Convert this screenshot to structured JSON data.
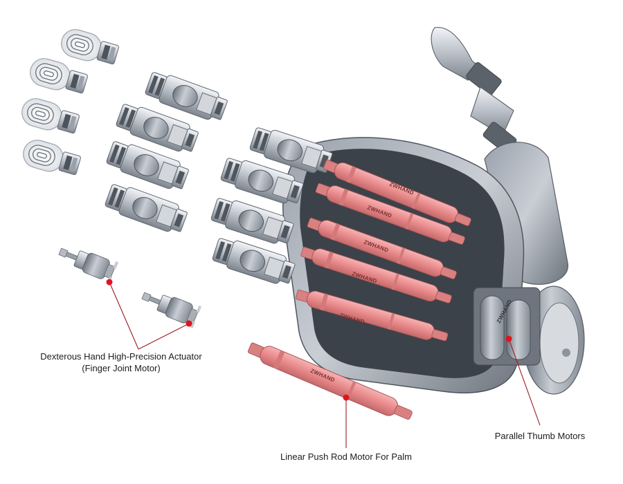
{
  "brand_text": "ZWHAND",
  "colors": {
    "background": "#ffffff",
    "motor_red": "#e8898a",
    "motor_red_dark": "#c86a6b",
    "metal_light": "#dfe3e8",
    "metal_mid": "#a7adb5",
    "metal_dark": "#5f666f",
    "callout_line": "#9a1b22",
    "callout_dot": "#e0141e"
  },
  "labels": {
    "actuator_line1": "Dexterous Hand High-Precision Actuator",
    "actuator_line2": "(Finger Joint Motor)",
    "push_rod": "Linear Push Rod Motor For Palm",
    "thumb": "Parallel Thumb Motors"
  }
}
